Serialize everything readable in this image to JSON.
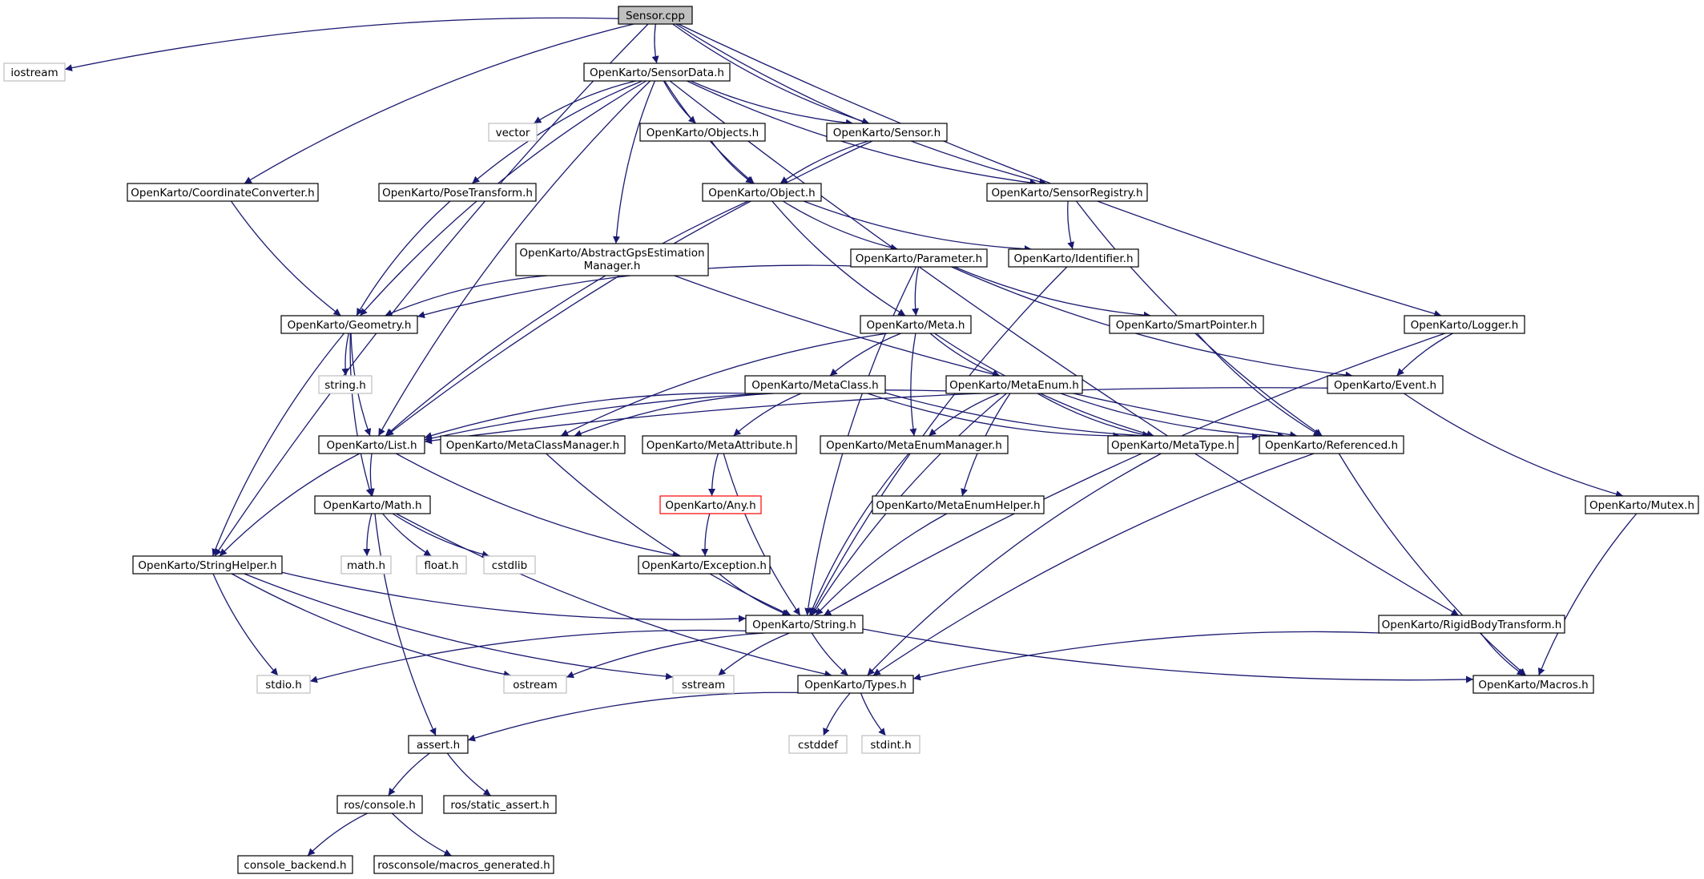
{
  "graph": {
    "colors": {
      "edge": "#191970",
      "node_border": "#000000",
      "external_border": "#bfbfbf",
      "root_fill": "#bfbfbf",
      "missing_border": "#ff0000",
      "background": "#ffffff"
    },
    "nodes": [
      {
        "id": "sensor_cpp",
        "label": "Sensor.cpp",
        "kind": "root"
      },
      {
        "id": "iostream",
        "label": "iostream",
        "kind": "external"
      },
      {
        "id": "sensordata_h",
        "label": "OpenKarto/SensorData.h",
        "kind": "header"
      },
      {
        "id": "coordconv_h",
        "label": "OpenKarto/CoordinateConverter.h",
        "kind": "header"
      },
      {
        "id": "posetransform_h",
        "label": "OpenKarto/PoseTransform.h",
        "kind": "header"
      },
      {
        "id": "vector",
        "label": "vector",
        "kind": "external"
      },
      {
        "id": "objects_h",
        "label": "OpenKarto/Objects.h",
        "kind": "header"
      },
      {
        "id": "sensor_h",
        "label": "OpenKarto/Sensor.h",
        "kind": "header"
      },
      {
        "id": "object_h",
        "label": "OpenKarto/Object.h",
        "kind": "header"
      },
      {
        "id": "sensorregistry_h",
        "label": "OpenKarto/SensorRegistry.h",
        "kind": "header"
      },
      {
        "id": "abstractgps_h",
        "label": "OpenKarto/AbstractGpsEstimation",
        "label2": "Manager.h",
        "kind": "header"
      },
      {
        "id": "parameter_h",
        "label": "OpenKarto/Parameter.h",
        "kind": "header"
      },
      {
        "id": "identifier_h",
        "label": "OpenKarto/Identifier.h",
        "kind": "header"
      },
      {
        "id": "geometry_h",
        "label": "OpenKarto/Geometry.h",
        "kind": "header"
      },
      {
        "id": "meta_h",
        "label": "OpenKarto/Meta.h",
        "kind": "header"
      },
      {
        "id": "smartpointer_h",
        "label": "OpenKarto/SmartPointer.h",
        "kind": "header"
      },
      {
        "id": "logger_h",
        "label": "OpenKarto/Logger.h",
        "kind": "header"
      },
      {
        "id": "string_sys",
        "label": "string.h",
        "kind": "external"
      },
      {
        "id": "metaclass_h",
        "label": "OpenKarto/MetaClass.h",
        "kind": "header"
      },
      {
        "id": "metaenum_h",
        "label": "OpenKarto/MetaEnum.h",
        "kind": "header"
      },
      {
        "id": "event_h",
        "label": "OpenKarto/Event.h",
        "kind": "header"
      },
      {
        "id": "list_h",
        "label": "OpenKarto/List.h",
        "kind": "header"
      },
      {
        "id": "metaclassmgr_h",
        "label": "OpenKarto/MetaClassManager.h",
        "kind": "header"
      },
      {
        "id": "metaattribute_h",
        "label": "OpenKarto/MetaAttribute.h",
        "kind": "header"
      },
      {
        "id": "metaenummgr_h",
        "label": "OpenKarto/MetaEnumManager.h",
        "kind": "header"
      },
      {
        "id": "metatype_h",
        "label": "OpenKarto/MetaType.h",
        "kind": "header"
      },
      {
        "id": "referenced_h",
        "label": "OpenKarto/Referenced.h",
        "kind": "header"
      },
      {
        "id": "math_h",
        "label": "OpenKarto/Math.h",
        "kind": "header"
      },
      {
        "id": "any_h",
        "label": "OpenKarto/Any.h",
        "kind": "missing"
      },
      {
        "id": "metaenumhelper_h",
        "label": "OpenKarto/MetaEnumHelper.h",
        "kind": "header"
      },
      {
        "id": "mutex_h",
        "label": "OpenKarto/Mutex.h",
        "kind": "header"
      },
      {
        "id": "stringhelper_h",
        "label": "OpenKarto/StringHelper.h",
        "kind": "header"
      },
      {
        "id": "mathsys_h",
        "label": "math.h",
        "kind": "external"
      },
      {
        "id": "float_h",
        "label": "float.h",
        "kind": "external"
      },
      {
        "id": "cstdlib",
        "label": "cstdlib",
        "kind": "external"
      },
      {
        "id": "exception_h",
        "label": "OpenKarto/Exception.h",
        "kind": "header"
      },
      {
        "id": "okstring_h",
        "label": "OpenKarto/String.h",
        "kind": "header"
      },
      {
        "id": "rigidbody_h",
        "label": "OpenKarto/RigidBodyTransform.h",
        "kind": "header"
      },
      {
        "id": "stdio_h",
        "label": "stdio.h",
        "kind": "external"
      },
      {
        "id": "ostream",
        "label": "ostream",
        "kind": "external"
      },
      {
        "id": "sstream",
        "label": "sstream",
        "kind": "external"
      },
      {
        "id": "types_h",
        "label": "OpenKarto/Types.h",
        "kind": "header"
      },
      {
        "id": "macros_h",
        "label": "OpenKarto/Macros.h",
        "kind": "header"
      },
      {
        "id": "cstddef",
        "label": "cstddef",
        "kind": "external"
      },
      {
        "id": "stdint_h",
        "label": "stdint.h",
        "kind": "external"
      },
      {
        "id": "assert_h",
        "label": "assert.h",
        "kind": "header"
      },
      {
        "id": "rosconsole_h",
        "label": "ros/console.h",
        "kind": "header"
      },
      {
        "id": "rosstaticassert_h",
        "label": "ros/static_assert.h",
        "kind": "header"
      },
      {
        "id": "consolebackend_h",
        "label": "console_backend.h",
        "kind": "header"
      },
      {
        "id": "macrosgen_h",
        "label": "rosconsole/macros_generated.h",
        "kind": "header"
      }
    ],
    "edges": [
      [
        "sensor_cpp",
        "iostream"
      ],
      [
        "sensor_cpp",
        "sensordata_h"
      ],
      [
        "sensor_cpp",
        "coordconv_h"
      ],
      [
        "sensor_cpp",
        "sensor_h"
      ],
      [
        "sensor_cpp",
        "sensorregistry_h"
      ],
      [
        "sensor_cpp",
        "logger_h"
      ],
      [
        "sensor_cpp",
        "stringhelper_h"
      ],
      [
        "sensordata_h",
        "vector"
      ],
      [
        "sensordata_h",
        "objects_h"
      ],
      [
        "sensordata_h",
        "sensor_h"
      ],
      [
        "sensordata_h",
        "object_h"
      ],
      [
        "sensordata_h",
        "sensorregistry_h"
      ],
      [
        "sensordata_h",
        "posetransform_h"
      ],
      [
        "sensordata_h",
        "abstractgps_h"
      ],
      [
        "sensordata_h",
        "geometry_h"
      ],
      [
        "sensordata_h",
        "list_h"
      ],
      [
        "sensordata_h",
        "rigidbody_h"
      ],
      [
        "coordconv_h",
        "geometry_h"
      ],
      [
        "posetransform_h",
        "geometry_h"
      ],
      [
        "objects_h",
        "object_h"
      ],
      [
        "sensor_h",
        "object_h"
      ],
      [
        "sensor_h",
        "list_h"
      ],
      [
        "object_h",
        "parameter_h"
      ],
      [
        "object_h",
        "identifier_h"
      ],
      [
        "object_h",
        "meta_h"
      ],
      [
        "object_h",
        "list_h"
      ],
      [
        "sensorregistry_h",
        "identifier_h"
      ],
      [
        "sensorregistry_h",
        "referenced_h"
      ],
      [
        "abstractgps_h",
        "geometry_h"
      ],
      [
        "abstractgps_h",
        "referenced_h"
      ],
      [
        "parameter_h",
        "geometry_h"
      ],
      [
        "parameter_h",
        "meta_h"
      ],
      [
        "parameter_h",
        "smartpointer_h"
      ],
      [
        "parameter_h",
        "event_h"
      ],
      [
        "parameter_h",
        "okstring_h"
      ],
      [
        "identifier_h",
        "okstring_h"
      ],
      [
        "geometry_h",
        "string_sys"
      ],
      [
        "geometry_h",
        "list_h"
      ],
      [
        "geometry_h",
        "math_h"
      ],
      [
        "geometry_h",
        "stringhelper_h"
      ],
      [
        "meta_h",
        "metaclass_h"
      ],
      [
        "meta_h",
        "metaenum_h"
      ],
      [
        "meta_h",
        "metaclassmgr_h"
      ],
      [
        "meta_h",
        "metaenummgr_h"
      ],
      [
        "meta_h",
        "metatype_h"
      ],
      [
        "smartpointer_h",
        "referenced_h"
      ],
      [
        "logger_h",
        "event_h"
      ],
      [
        "logger_h",
        "okstring_h"
      ],
      [
        "metaclass_h",
        "list_h"
      ],
      [
        "metaclass_h",
        "metaclassmgr_h"
      ],
      [
        "metaclass_h",
        "metaattribute_h"
      ],
      [
        "metaclass_h",
        "metatype_h"
      ],
      [
        "metaclass_h",
        "referenced_h"
      ],
      [
        "metaenum_h",
        "list_h"
      ],
      [
        "metaenum_h",
        "metaenummgr_h"
      ],
      [
        "metaenum_h",
        "metatype_h"
      ],
      [
        "metaenum_h",
        "referenced_h"
      ],
      [
        "metaenum_h",
        "metaenumhelper_h"
      ],
      [
        "metaenum_h",
        "okstring_h"
      ],
      [
        "event_h",
        "list_h"
      ],
      [
        "event_h",
        "mutex_h"
      ],
      [
        "list_h",
        "math_h"
      ],
      [
        "list_h",
        "stringhelper_h"
      ],
      [
        "list_h",
        "exception_h"
      ],
      [
        "metaclassmgr_h",
        "okstring_h"
      ],
      [
        "metaattribute_h",
        "any_h"
      ],
      [
        "metaattribute_h",
        "okstring_h"
      ],
      [
        "metaenummgr_h",
        "okstring_h"
      ],
      [
        "metatype_h",
        "types_h"
      ],
      [
        "referenced_h",
        "types_h"
      ],
      [
        "referenced_h",
        "macros_h"
      ],
      [
        "math_h",
        "mathsys_h"
      ],
      [
        "math_h",
        "float_h"
      ],
      [
        "math_h",
        "cstdlib"
      ],
      [
        "math_h",
        "types_h"
      ],
      [
        "math_h",
        "assert_h"
      ],
      [
        "any_h",
        "exception_h"
      ],
      [
        "metaenumhelper_h",
        "okstring_h"
      ],
      [
        "mutex_h",
        "macros_h"
      ],
      [
        "stringhelper_h",
        "okstring_h"
      ],
      [
        "stringhelper_h",
        "stdio_h"
      ],
      [
        "stringhelper_h",
        "ostream"
      ],
      [
        "stringhelper_h",
        "sstream"
      ],
      [
        "exception_h",
        "okstring_h"
      ],
      [
        "okstring_h",
        "stdio_h"
      ],
      [
        "okstring_h",
        "ostream"
      ],
      [
        "okstring_h",
        "sstream"
      ],
      [
        "okstring_h",
        "types_h"
      ],
      [
        "okstring_h",
        "macros_h"
      ],
      [
        "rigidbody_h",
        "types_h"
      ],
      [
        "rigidbody_h",
        "macros_h"
      ],
      [
        "types_h",
        "cstddef"
      ],
      [
        "types_h",
        "stdint_h"
      ],
      [
        "types_h",
        "assert_h"
      ],
      [
        "assert_h",
        "rosconsole_h"
      ],
      [
        "assert_h",
        "rosstaticassert_h"
      ],
      [
        "rosconsole_h",
        "consolebackend_h"
      ],
      [
        "rosconsole_h",
        "macrosgen_h"
      ]
    ]
  }
}
